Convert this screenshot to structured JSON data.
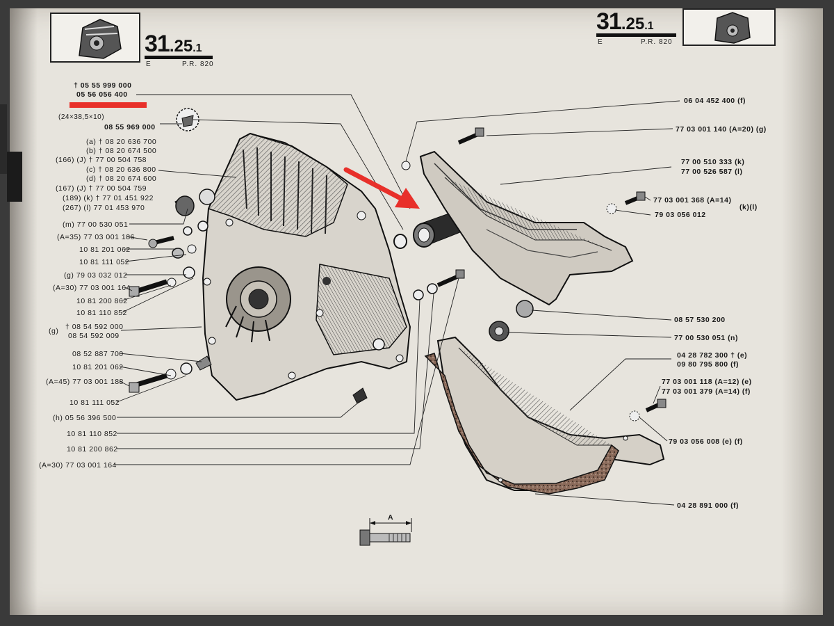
{
  "header": {
    "left_number": {
      "major": "31",
      "minor": ".25",
      "sub": ".1"
    },
    "right_number": {
      "major": "31",
      "minor": ".25",
      "sub": ".1"
    },
    "left_e": "E",
    "left_pr": "P.R. 820",
    "right_e": "E",
    "right_pr": "P.R. 820"
  },
  "left_labels": [
    {
      "text": "† 05 55 999 000"
    },
    {
      "text": "05 56 056 400"
    },
    {
      "text": "08 55 969 000"
    },
    {
      "text": "(24×38,5×10)"
    },
    {
      "text": "(a) † 08 20 636 700"
    },
    {
      "text": "(b) † 08 20 674 500"
    },
    {
      "text": "(166) (J) † 77 00 504 758"
    },
    {
      "text": "(c) † 08 20 636 800"
    },
    {
      "text": "(d) † 08 20 674 600"
    },
    {
      "text": "(167) (J) † 77 00 504 759"
    },
    {
      "text": "(189)  (k) † 77 01 451 922"
    },
    {
      "text": "(267)   (l)    77 01 453 970"
    },
    {
      "text": "(m) 77 00 530 051"
    },
    {
      "text": "(A=35) 77 03 001 186"
    },
    {
      "text": "10 81 201 062"
    },
    {
      "text": "10 81 111 052"
    },
    {
      "text": "(g) 79 03 032 012"
    },
    {
      "text": "(A=30) 77 03 001 164"
    },
    {
      "text": "10 81 200 862"
    },
    {
      "text": "10 81 110 852"
    },
    {
      "text": "(g)"
    },
    {
      "text": "† 08 54 592 000"
    },
    {
      "text": "08 54 592 009"
    },
    {
      "text": "08 52 887 700"
    },
    {
      "text": "10 81 201 062"
    },
    {
      "text": "(A=45) 77 03 001 188"
    },
    {
      "text": "10 81 111 052"
    },
    {
      "text": "(h) 05 56 396 500"
    },
    {
      "text": "10 81 110 852"
    },
    {
      "text": "10 81 200 862"
    },
    {
      "text": "(A=30) 77 03 001 164"
    }
  ],
  "right_labels": [
    {
      "text": "06 04 452 400 (f)"
    },
    {
      "text": "77 03 001 140 (A=20) (g)"
    },
    {
      "text": "77 00 510 333 (k)"
    },
    {
      "text": "77 00 526 587 (l)"
    },
    {
      "text": "77 03 001 368 (A=14)"
    },
    {
      "text": "79 03 056 012"
    },
    {
      "text": "(k)(l)"
    },
    {
      "text": "08 57 530 200"
    },
    {
      "text": "77 00 530 051 (n)"
    },
    {
      "text": "04 28 782 300 † (e)"
    },
    {
      "text": "09 80 795 800    (f)"
    },
    {
      "text": "77 03 001 118 (A=12) (e)"
    },
    {
      "text": "77 03 001 379 (A=14) (f)"
    },
    {
      "text": "79 03 056 008 (e) (f)"
    },
    {
      "text": "04 28 891 000 (f)"
    }
  ],
  "dimension_label": "A",
  "colors": {
    "paper": "#e7e4dd",
    "ink": "#1a1a1a",
    "highlight": "#e8302a"
  }
}
